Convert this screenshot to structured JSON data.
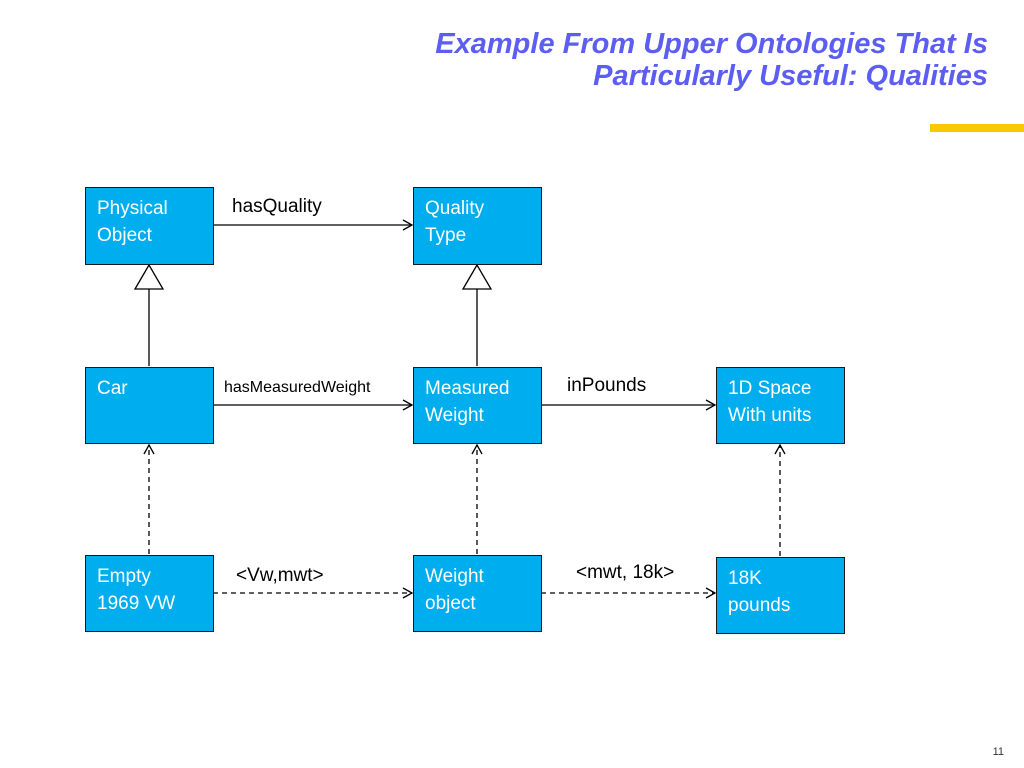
{
  "slide": {
    "title_line1": "Example From Upper Ontologies That Is",
    "title_line2": "Particularly Useful: Qualities",
    "page_number": "11"
  },
  "colors": {
    "title": "#5b5ef0",
    "accent_bar": "#f8c800",
    "node_fill": "#00aeef",
    "node_text": "#ffffff"
  },
  "nodes": {
    "physical_object": "Physical\nObject",
    "quality_type": "Quality\nType",
    "car": "Car",
    "measured_weight": "Measured\nWeight",
    "space_1d": "1D Space\nWith units",
    "empty_vw": "Empty\n1969 VW",
    "weight_object": "Weight\nobject",
    "pounds_18k": "18K\npounds"
  },
  "edges": {
    "has_quality": "hasQuality",
    "has_measured_weight": "hasMeasuredWeight",
    "in_pounds": "inPounds",
    "vw_mwt": "<Vw,mwt>",
    "mwt_18k": "<mwt, 18k>"
  }
}
